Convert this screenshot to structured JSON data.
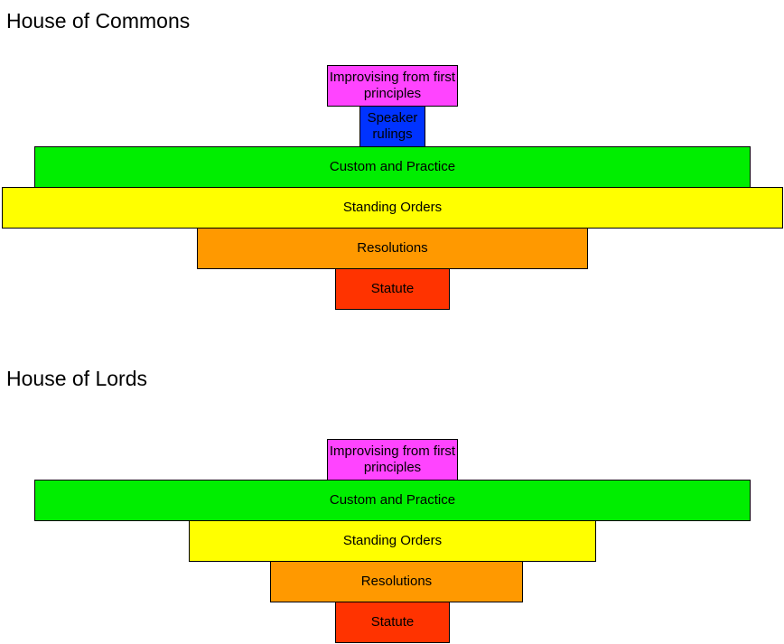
{
  "commons": {
    "title": "House of Commons",
    "blocks": {
      "improvising": "Improvising from first principles",
      "speaker": "Speaker rulings",
      "custom": "Custom and Practice",
      "standing": "Standing Orders",
      "resolutions": "Resolutions",
      "statute": "Statute"
    }
  },
  "lords": {
    "title": "House of Lords",
    "blocks": {
      "improvising": "Improvising from first principles",
      "custom": "Custom and Practice",
      "standing": "Standing Orders",
      "resolutions": "Resolutions",
      "statute": "Statute"
    }
  },
  "colors": {
    "improvising": "#ff44ff",
    "speaker": "#0033ff",
    "custom": "#00ee00",
    "standing": "#ffff00",
    "resolutions": "#ff9900",
    "statute": "#ff3300"
  }
}
